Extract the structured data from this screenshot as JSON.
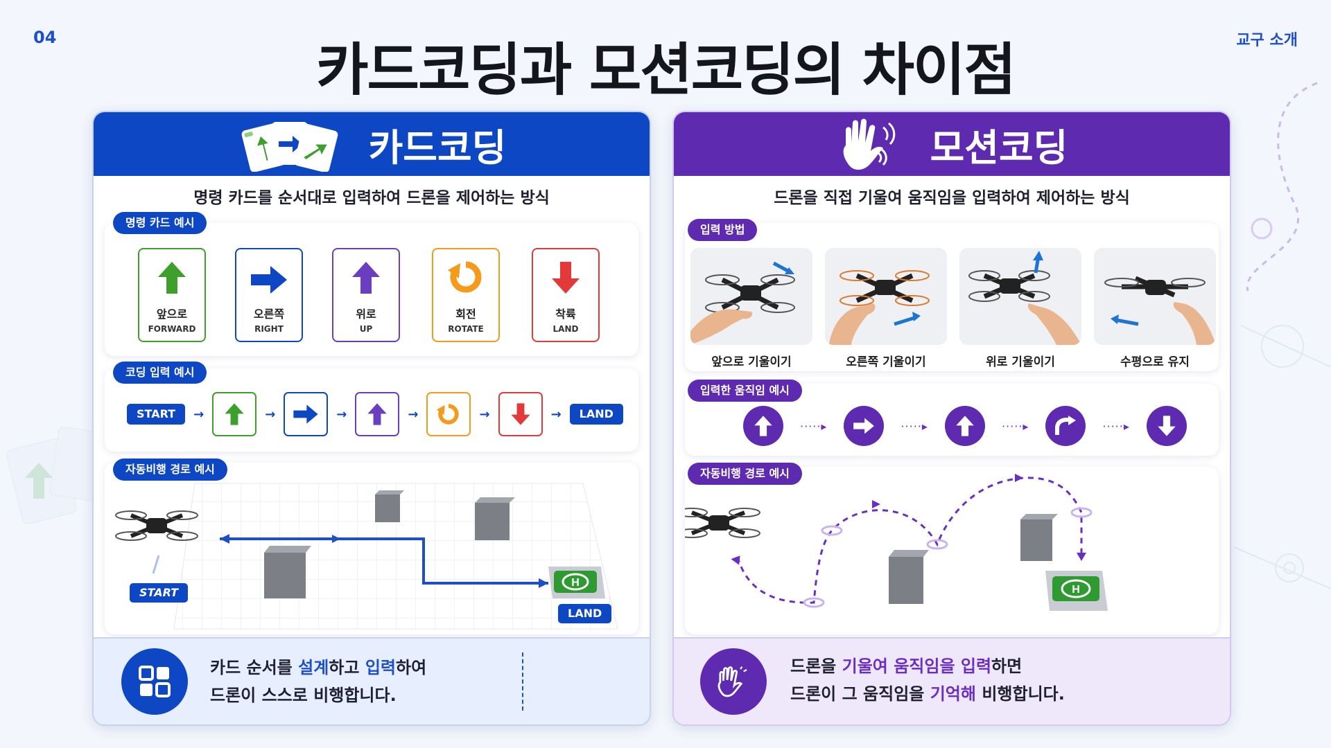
{
  "page": {
    "number": "04",
    "section": "교구 소개",
    "title": "카드코딩과 모션코딩의 차이점"
  },
  "colors": {
    "card_blue": "#0d47c3",
    "motion_purple": "#5e2bb0",
    "green": "#3f9f2c",
    "orange": "#f59a1a",
    "red": "#e23a3a",
    "violet": "#6a3fbf"
  },
  "card_coding": {
    "title": "카드코딩",
    "subtitle": "명령 카드를 순서대로 입력하여 드론을 제어하는 방식",
    "cards_badge": "명령 카드 예시",
    "cards": [
      {
        "kr": "앞으로",
        "en": "FORWARD",
        "icon": "up-arrow-icon",
        "color": "#3f9f2c"
      },
      {
        "kr": "오른쪽",
        "en": "RIGHT",
        "icon": "right-arrow-icon",
        "color": "#0d47c3"
      },
      {
        "kr": "위로",
        "en": "UP",
        "icon": "up-arrow-icon",
        "color": "#6a3fbf"
      },
      {
        "kr": "회전",
        "en": "ROTATE",
        "icon": "rotate-icon",
        "color": "#f59a1a"
      },
      {
        "kr": "착륙",
        "en": "LAND",
        "icon": "down-arrow-icon",
        "color": "#e23a3a"
      }
    ],
    "sequence_badge": "코딩 입력 예시",
    "sequence_start": "START",
    "sequence_end": "LAND",
    "path_badge": "자동비행 경로 예시",
    "path_start": "START",
    "path_end": "LAND",
    "footer_line1_a": "카드 순서를 ",
    "footer_line1_b": "설계",
    "footer_line1_c": "하고 ",
    "footer_line1_d": "입력",
    "footer_line1_e": "하여",
    "footer_line2": "드론이 스스로 비행합니다."
  },
  "motion_coding": {
    "title": "모션코딩",
    "subtitle": "드론을 직접 기울여 움직임을 입력하여 제어하는 방식",
    "input_badge": "입력 방법",
    "inputs": [
      {
        "label": "앞으로 기울이기"
      },
      {
        "label": "오른쪽 기울이기"
      },
      {
        "label": "위로 기울이기"
      },
      {
        "label": "수평으로 유지"
      }
    ],
    "movement_badge": "입력한 움직임 예시",
    "movements": [
      "up-arrow-icon",
      "right-arrow-icon",
      "up-arrow-icon",
      "turn-right-icon",
      "down-arrow-icon"
    ],
    "path_badge": "자동비행 경로 예시",
    "footer_line1_a": "드론을 ",
    "footer_line1_b": "기울여 움직임을 입력",
    "footer_line1_c": "하면",
    "footer_line2_a": "드론이 그 움직임을 ",
    "footer_line2_b": "기억해",
    "footer_line2_c": " 비행합니다."
  }
}
